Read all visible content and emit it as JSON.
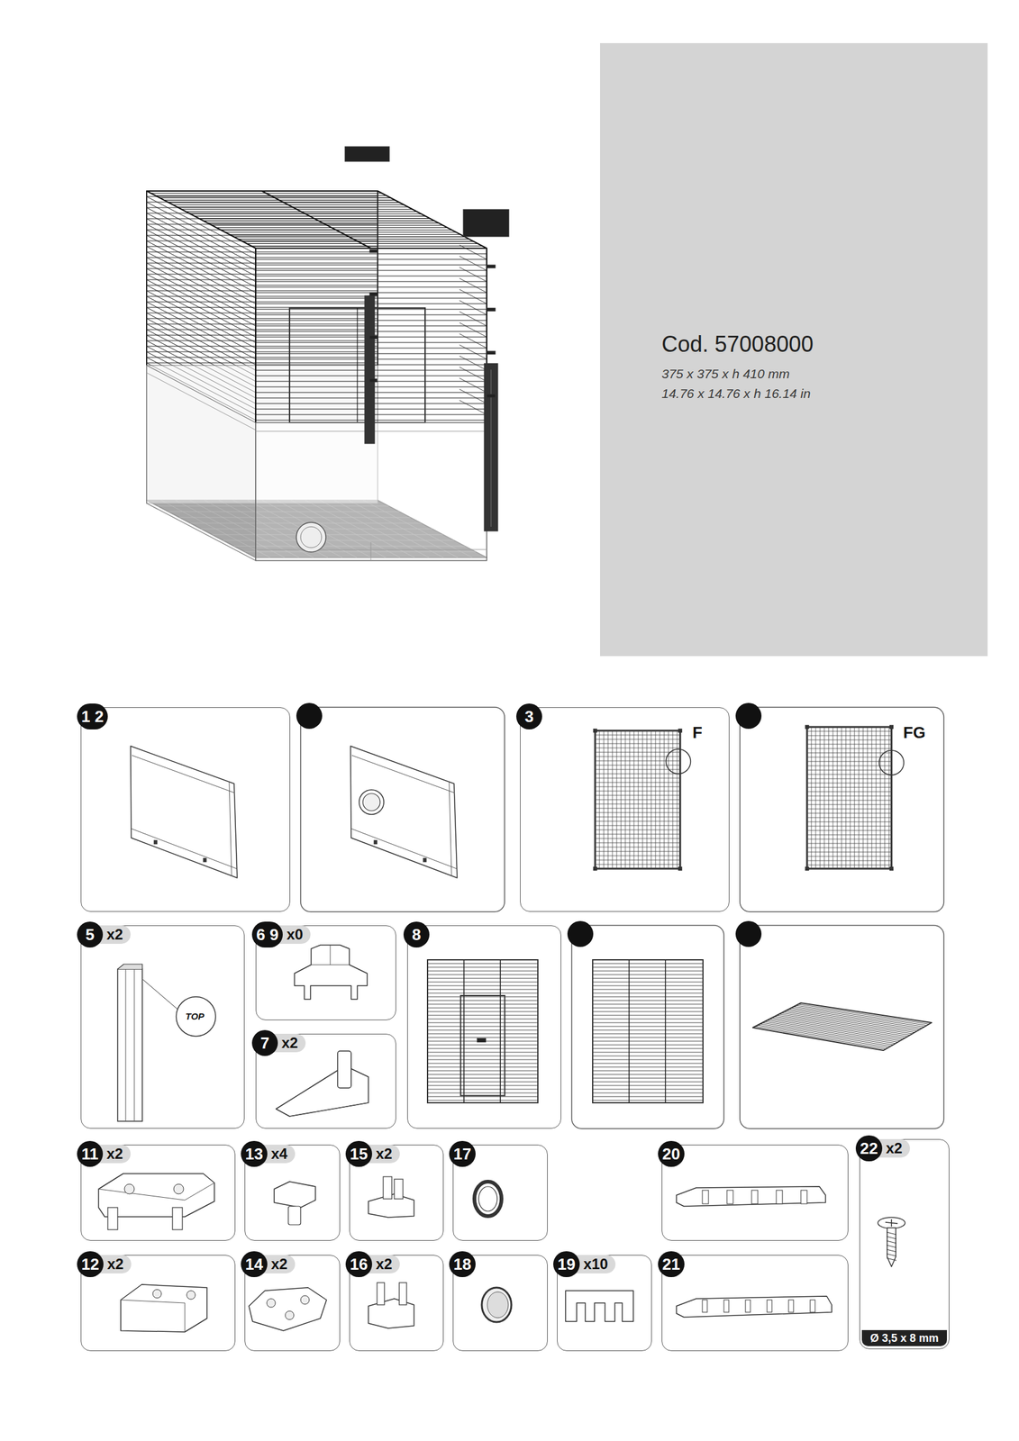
{
  "diagram": {
    "nodes": [
      {
        "text": [
          "Cod. 57008000",
          "375 x 375 x h 410 mm",
          "14.76 x 14.76 x h 16.14 in"
        ]
      },
      {
        "text": [
          "1 2"
        ]
      },
      {
        "text": [
          "3"
        ]
      },
      {
        "text": [
          "5",
          "x2"
        ]
      },
      {
        "text": [
          "6 9",
          "x0"
        ]
      },
      {
        "text": [
          "7",
          "x2"
        ]
      },
      {
        "text": [
          "8"
        ]
      },
      {
        "text": [
          "11",
          "x2"
        ]
      },
      {
        "text": [
          "13",
          "x4"
        ]
      },
      {
        "text": [
          "15",
          "x2"
        ]
      },
      {
        "text": [
          "17"
        ]
      },
      {
        "text": [
          "20"
        ]
      },
      {
        "text": [
          "22",
          "x2",
          "Ø 3,5 x 8 mm"
        ]
      },
      {
        "text": [
          "12",
          "x2"
        ]
      },
      {
        "text": [
          "14",
          "x2"
        ]
      },
      {
        "text": [
          "16",
          "x2"
        ]
      },
      {
        "text": [
          "18"
        ]
      },
      {
        "text": [
          "19",
          "x10"
        ]
      },
      {
        "text": [
          "21"
        ]
      }
    ],
    "labels": [
      "F",
      "FG",
      "TOP"
    ]
  }
}
